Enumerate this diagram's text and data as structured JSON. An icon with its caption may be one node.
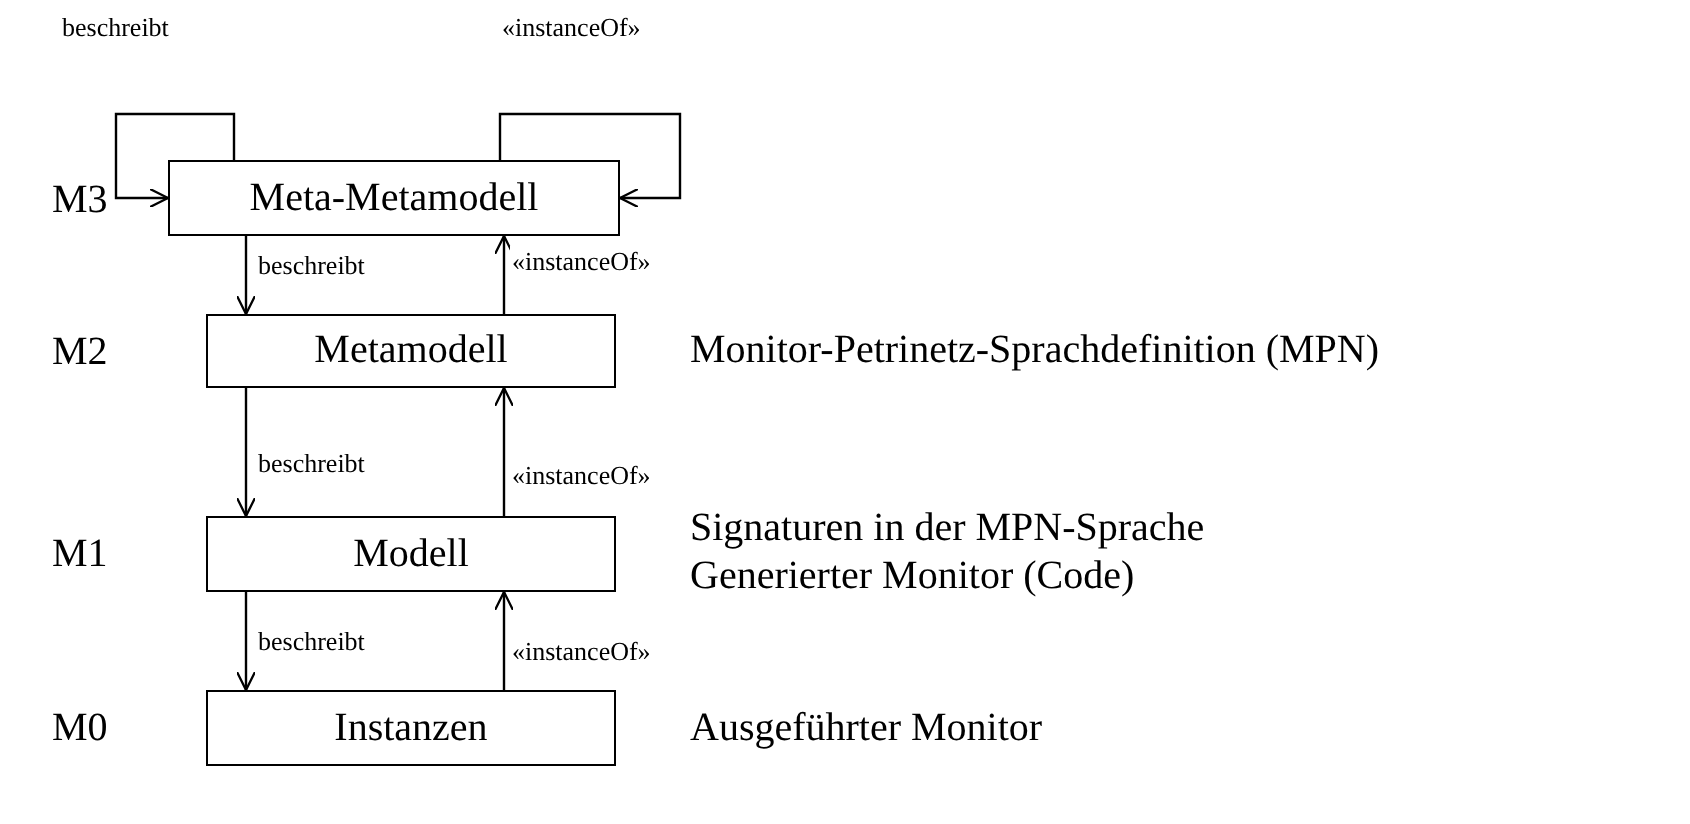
{
  "diagram": {
    "nodes": [
      {
        "text": [
          "Meta-Metamodell"
        ]
      },
      {
        "text": [
          "Metamodell"
        ],
        "beside": [
          "Monitor-Petrinetz-Sprachdefinition (MPN)"
        ]
      },
      {
        "text": [
          "Modell"
        ],
        "beside": [
          "Signaturen in der MPN-Sprache",
          "Generierter Monitor (Code)"
        ]
      },
      {
        "text": [
          "Instanzen"
        ],
        "beside": [
          "Ausgeführter Monitor"
        ]
      }
    ],
    "edges": [
      {
        "from": 0,
        "to": 0,
        "arrow": "to",
        "label": "beschreibt"
      },
      {
        "from": 0,
        "to": 0,
        "arrow": "to",
        "label": "«instanceOf»"
      },
      {
        "from": 0,
        "to": 1,
        "arrow": "to",
        "label": "beschreibt"
      },
      {
        "from": 1,
        "to": 0,
        "arrow": "to",
        "label": "«instanceOf»"
      },
      {
        "from": 1,
        "to": 2,
        "arrow": "to",
        "label": "beschreibt"
      },
      {
        "from": 2,
        "to": 1,
        "arrow": "to",
        "label": "«instanceOf»"
      },
      {
        "from": 2,
        "to": 3,
        "arrow": "to",
        "label": "beschreibt"
      },
      {
        "from": 3,
        "to": 2,
        "arrow": "to",
        "label": "«instanceOf»"
      }
    ],
    "labels": [
      "M3",
      "M2",
      "M1",
      "M0"
    ]
  }
}
